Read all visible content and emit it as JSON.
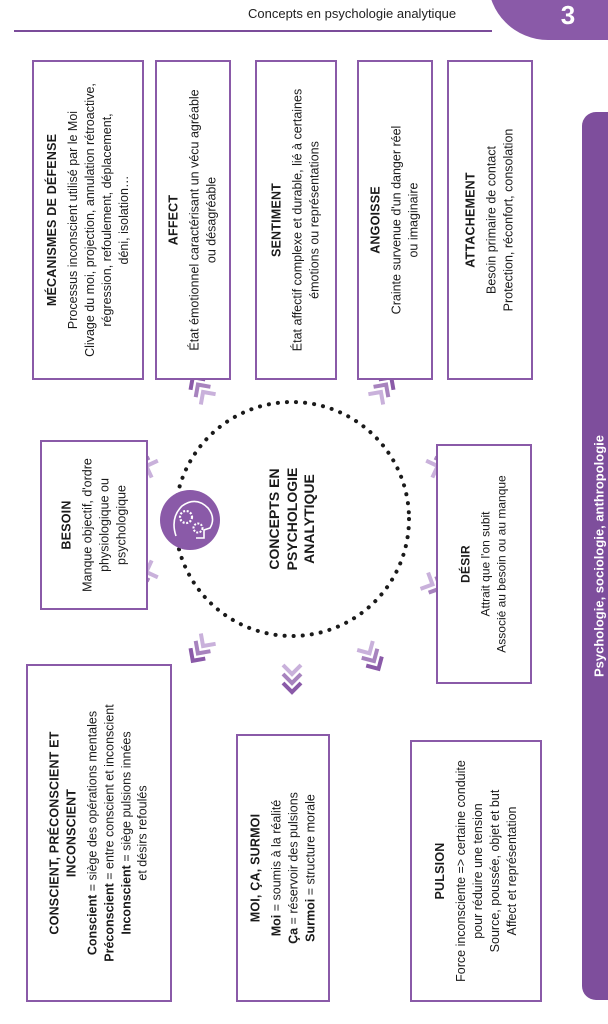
{
  "header": {
    "title": "Concepts en psychologie analytique",
    "chapter": "3"
  },
  "side_tab": {
    "label": "Psychologie, sociologie, anthropologie"
  },
  "center": {
    "lines": [
      "CONCEPTS EN",
      "PSYCHOLOGIE",
      "ANALYTIQUE"
    ],
    "icon": "brain-gears-icon"
  },
  "colors": {
    "accent": "#8a5aa8",
    "tab": "#7e4e9c",
    "arrow_dark": "#8a5aa8",
    "arrow_light": "#c9b1db"
  },
  "boxes": {
    "mecanismes": {
      "title": "MÉCANISMES DE DÉFENSE",
      "lines": [
        "Processus inconscient utilisé par le Moi",
        "Clivage du moi, projection, annulation rétroactive,",
        "régression, refoulement, déplacement,",
        "déni, isolation…"
      ]
    },
    "affect": {
      "title": "AFFECT",
      "lines": [
        "État émotionnel caractérisant un vécu agréable",
        "ou désagréable"
      ]
    },
    "sentiment": {
      "title": "SENTIMENT",
      "lines": [
        "État affectif complexe et durable, lié à certaines",
        "émotions ou représentations"
      ]
    },
    "angoisse": {
      "title": "ANGOISSE",
      "lines": [
        "Crainte survenue d'un danger réel",
        "ou imaginaire"
      ]
    },
    "attachement": {
      "title": "ATTACHEMENT",
      "lines": [
        "Besoin primaire de contact",
        "Protection, réconfort, consolation"
      ]
    },
    "besoin": {
      "title": "BESOIN",
      "lines": [
        "Manque objectif, d'ordre",
        "physiologique ou",
        "psychologique"
      ]
    },
    "desir": {
      "title": "DÉSIR",
      "lines": [
        "Attrait que l'on subit",
        "Associé au besoin ou au manque"
      ]
    },
    "conscient": {
      "title": "CONSCIENT, PRÉCONSCIENT ET INCONSCIENT",
      "rows": [
        {
          "term": "Conscient",
          "def": " = siège des opérations mentales"
        },
        {
          "term": "Préconscient",
          "def": " = entre conscient et inconscient"
        },
        {
          "term": "Inconscient",
          "def": " = siège pulsions innées"
        }
      ],
      "tail": "et désirs refoulés"
    },
    "moi": {
      "title": "MOI, ÇA, SURMOI",
      "rows": [
        {
          "term": "Moi",
          "def": " = soumis à la réalité"
        },
        {
          "term": "Ça",
          "def": " = réservoir des pulsions"
        },
        {
          "term": "Surmoi",
          "def": " = structure morale"
        }
      ]
    },
    "pulsion": {
      "title": "PULSION",
      "lines": [
        "Force inconsciente => certaine conduite",
        "pour réduire une tension",
        "Source, poussée, objet et but",
        "Affect et représentation"
      ]
    }
  }
}
